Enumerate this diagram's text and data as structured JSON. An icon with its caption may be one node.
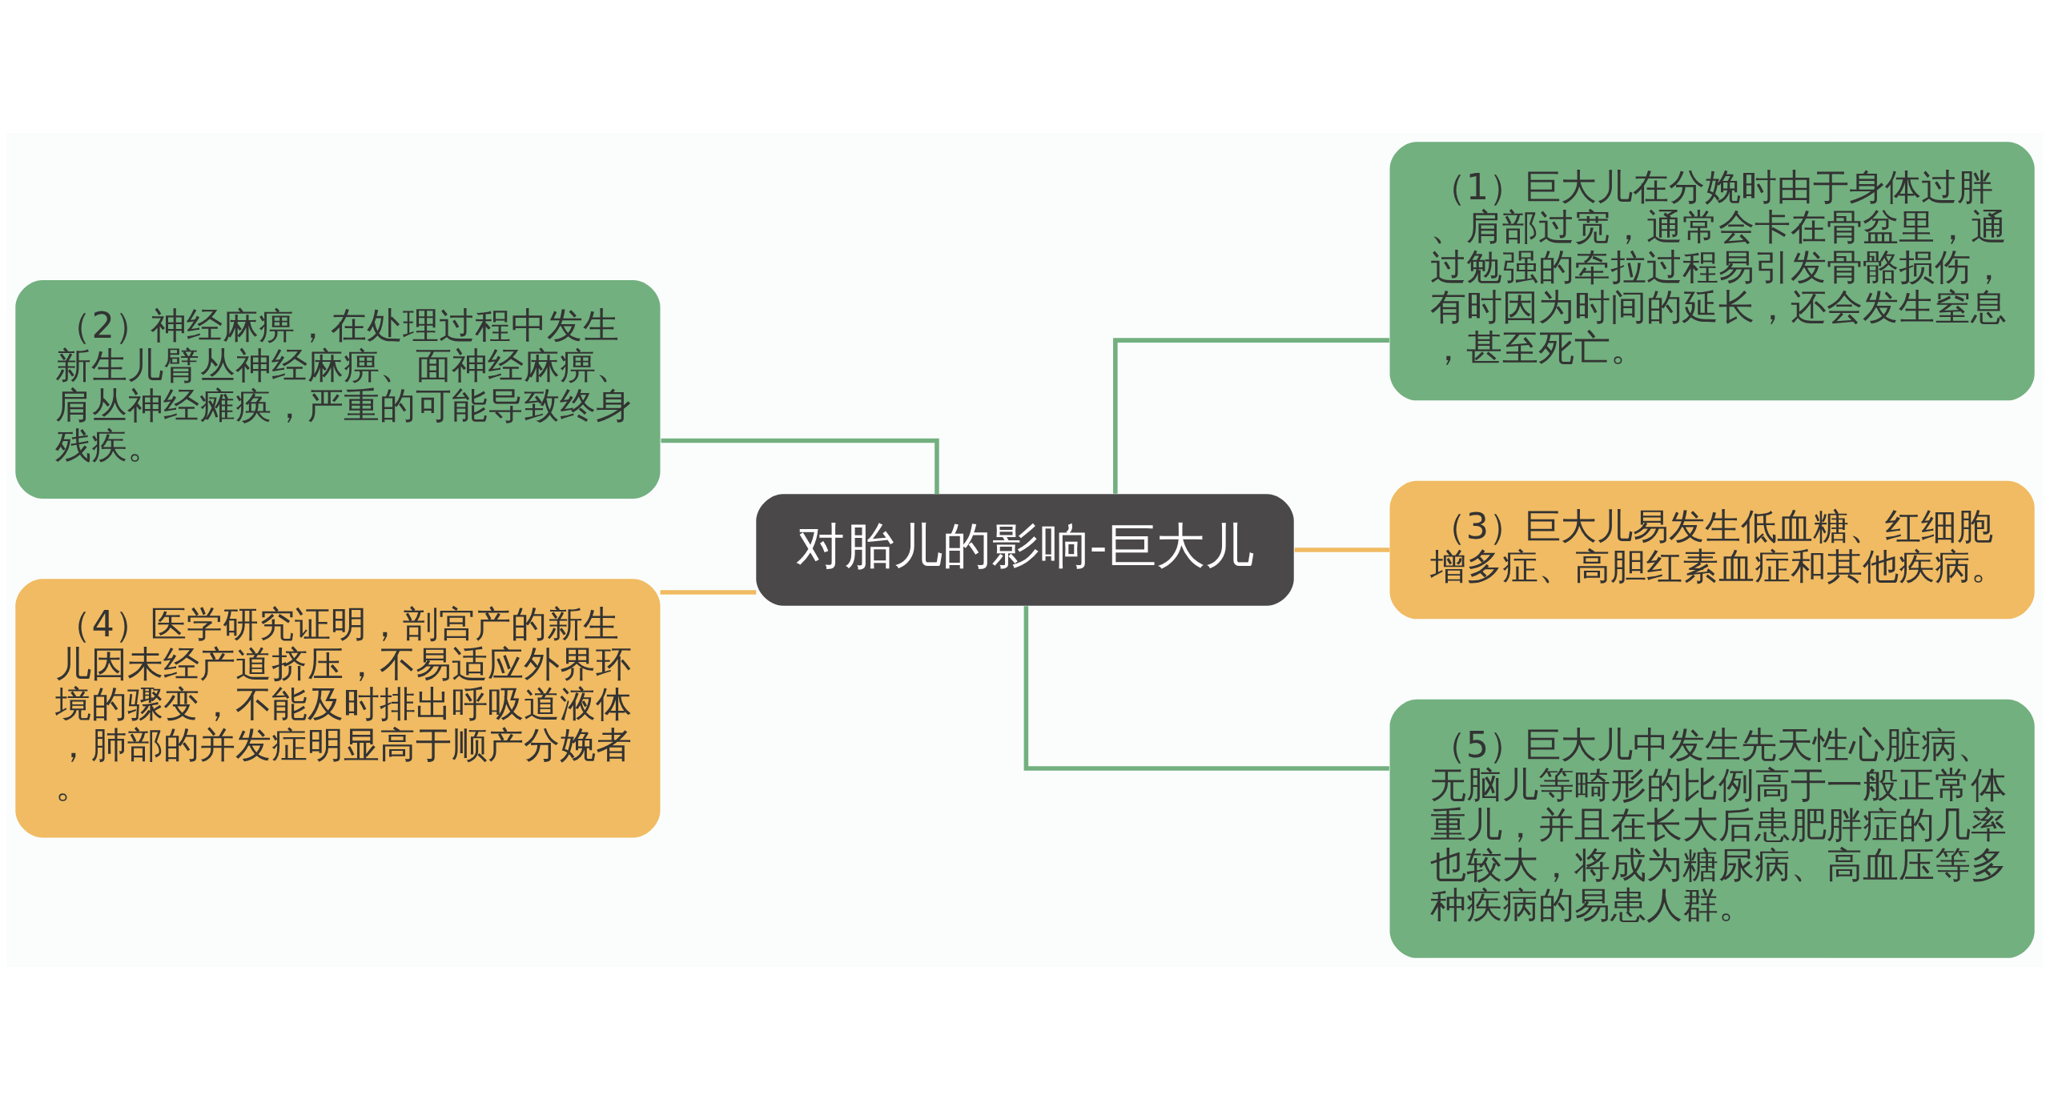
{
  "diagram": {
    "nodes": [
      {
        "text": [
          "对胎儿的影响-巨大儿"
        ]
      },
      {
        "text": [
          "（2）神经麻痹，在处理过程中发生新生儿臂丛神经麻痹、面神经麻痹、肩丛神经瘫痪，严重的可能导致终身残疾。"
        ]
      },
      {
        "text": [
          "（4）医学研究证明，剖宫产的新生儿因未经产道挤压，不易适应外界环境的骤变，不能及时排出呼吸道液体，肺部的并发症明显高于顺产分娩者。"
        ]
      },
      {
        "text": [
          "（1）巨大儿在分娩时由于身体过胖、肩部过宽，通常会卡在骨盆里，通过勉强的牵拉过程易引发骨骼损伤，有时因为时间的延长，还会发生窒息，甚至死亡。"
        ]
      },
      {
        "text": [
          "（3）巨大儿易发生低血糖、红细胞增多症、高胆红素血症和其他疾病。"
        ]
      },
      {
        "text": [
          "（5）巨大儿中发生先天性心脏病、无脑儿等畸形的比例高于一般正常体重儿，并且在长大后患肥胖症的几率也较大，将成为糖尿病、高血压等多种疾病的易患人群。"
        ]
      }
    ],
    "edges": [
      {
        "from": 1,
        "to": 0,
        "arrow": "none"
      },
      {
        "from": 2,
        "to": 0,
        "arrow": "none",
        "color": "#f0bb62"
      },
      {
        "from": 0,
        "to": 3,
        "arrow": "none"
      },
      {
        "from": 0,
        "to": 4,
        "arrow": "none",
        "color": "#f0bb62"
      },
      {
        "from": 0,
        "to": 5,
        "arrow": "none"
      }
    ]
  }
}
